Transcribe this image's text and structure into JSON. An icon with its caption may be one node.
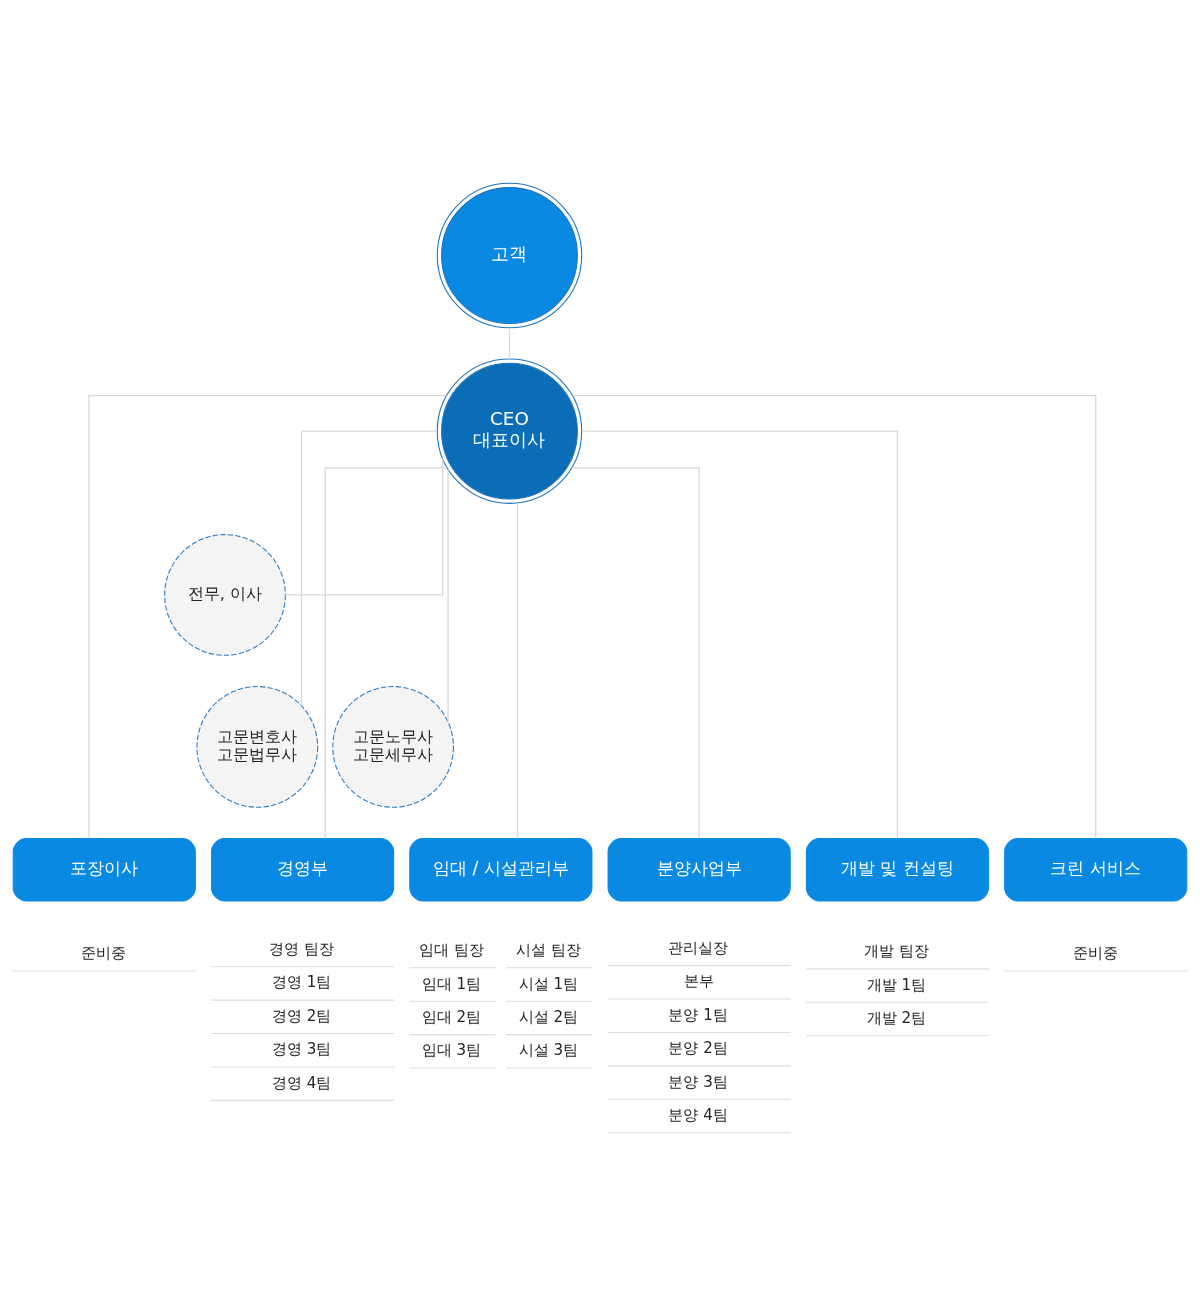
{
  "diagram": {
    "nodes": [
      {
        "text": [
          "고객"
        ]
      },
      {
        "text": [
          "CEO",
          "대표이사"
        ]
      },
      {
        "text": [
          "전무, 이사"
        ]
      },
      {
        "text": [
          "고문변호사",
          "고문법무사"
        ]
      },
      {
        "text": [
          "고문노무사",
          "고문세무사"
        ]
      },
      {
        "text": [
          "포장이사"
        ],
        "beside": [
          "준비중"
        ]
      },
      {
        "text": [
          "경영부"
        ],
        "beside": [
          "경영 팀장",
          "경영 1팀",
          "경영 2팀",
          "경영 3팀",
          "경영 4팀"
        ]
      },
      {
        "text": [
          "임대 / 시설관리부"
        ],
        "beside": [
          "임대 팀장",
          "임대 1팀",
          "임대 2팀",
          "임대 3팀",
          "시설 팀장",
          "시설 1팀",
          "시설 2팀",
          "시설 3팀"
        ]
      },
      {
        "text": [
          "분양사업부"
        ],
        "beside": [
          "관리실장",
          "본부",
          "분양 1팀",
          "분양 2팀",
          "분양 3팀",
          "분양 4팀"
        ]
      },
      {
        "text": [
          "개발 및 컨설팅"
        ],
        "beside": [
          "개발 팀장",
          "개발 1팀",
          "개발 2팀"
        ]
      },
      {
        "text": [
          "크린 서비스"
        ],
        "beside": [
          "준비중"
        ]
      }
    ],
    "edges": [
      {
        "from": 0,
        "to": 1,
        "arrow": "none"
      },
      {
        "from": 1,
        "to": 2,
        "arrow": "none"
      },
      {
        "from": 1,
        "to": 3,
        "arrow": "none"
      },
      {
        "from": 1,
        "to": 4,
        "arrow": "none"
      },
      {
        "from": 1,
        "to": 5,
        "arrow": "none"
      },
      {
        "from": 1,
        "to": 6,
        "arrow": "none"
      },
      {
        "from": 1,
        "to": 7,
        "arrow": "none"
      },
      {
        "from": 1,
        "to": 8,
        "arrow": "none"
      },
      {
        "from": 1,
        "to": 9,
        "arrow": "none"
      },
      {
        "from": 1,
        "to": 10,
        "arrow": "none"
      }
    ]
  }
}
